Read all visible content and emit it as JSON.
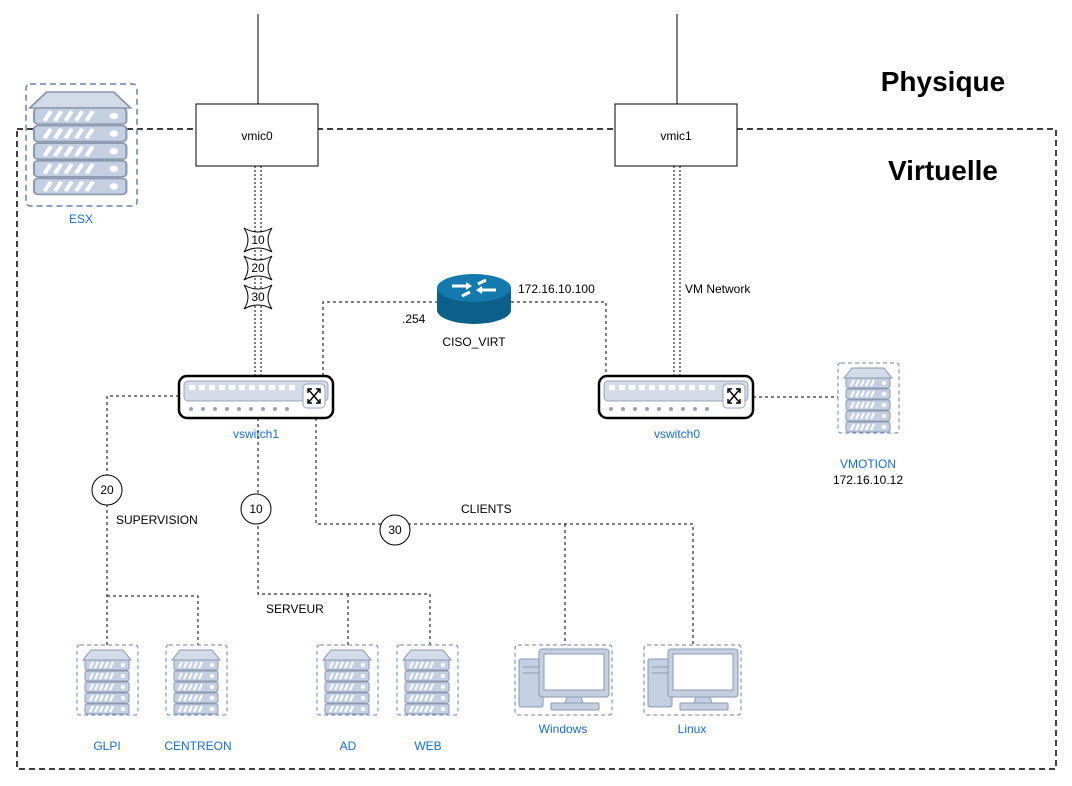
{
  "zones": {
    "physical": "Physique",
    "virtual": "Virtuelle"
  },
  "nics": {
    "vmic0": "vmic0",
    "vmic1": "vmic1"
  },
  "router": {
    "label": "CISO_VIRT",
    "ip_right": "172.16.10.100",
    "ip_left": ".254"
  },
  "links": {
    "vm_network": "VM Network"
  },
  "switches": {
    "vswitch1": "vswitch1",
    "vswitch0": "vswitch0"
  },
  "trunk_vlans": [
    "10",
    "20",
    "30"
  ],
  "vlans": {
    "v20": {
      "id": "20",
      "name": "SUPERVISION"
    },
    "v10": {
      "id": "10",
      "name": "SERVEUR"
    },
    "v30": {
      "id": "30",
      "name": "CLIENTS"
    }
  },
  "hosts": {
    "esx": "ESX",
    "vmotion": {
      "name": "VMOTION",
      "ip": "172.16.10.12"
    },
    "glpi": "GLPI",
    "centreon": "CENTREON",
    "ad": "AD",
    "web": "WEB",
    "windows": "Windows",
    "linux": "Linux"
  },
  "colors": {
    "device_fill": "#c7d2e6",
    "device_stroke": "#8f9bb3",
    "router": "#0e6a96",
    "label_blue": "#1a6bd1",
    "dashed": "#6b82b5"
  }
}
